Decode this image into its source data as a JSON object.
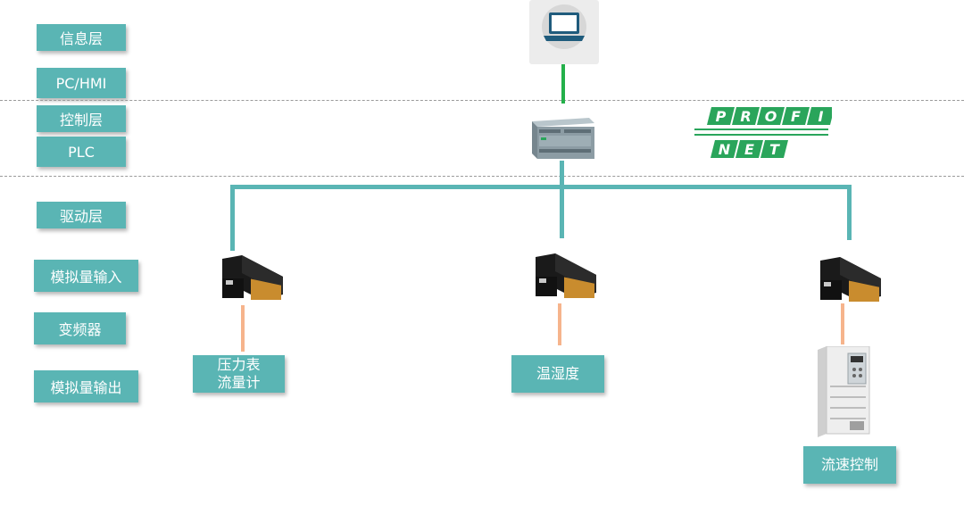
{
  "layers": [
    {
      "name": "信息层"
    },
    {
      "name": "PC/HMI"
    },
    {
      "name": "控制层"
    },
    {
      "name": "PLC"
    },
    {
      "name": "驱动层"
    },
    {
      "name": "模拟量输入"
    },
    {
      "name": "变频器"
    },
    {
      "name": "模拟量输出"
    }
  ],
  "devices": {
    "pressure": {
      "line1": "压力表",
      "line2": "流量计"
    },
    "temp_humidity": {
      "label": "温湿度"
    },
    "flow_speed": {
      "label": "流速控制"
    }
  },
  "logo": {
    "row1": [
      "P",
      "R",
      "O",
      "F",
      "I"
    ],
    "row2": [
      "N",
      "E",
      "T"
    ]
  },
  "colors": {
    "accent": "#5ab5b4",
    "green_link": "#23b04a",
    "orange_link": "#f6b48c",
    "profinet_green": "#2aa55b"
  }
}
